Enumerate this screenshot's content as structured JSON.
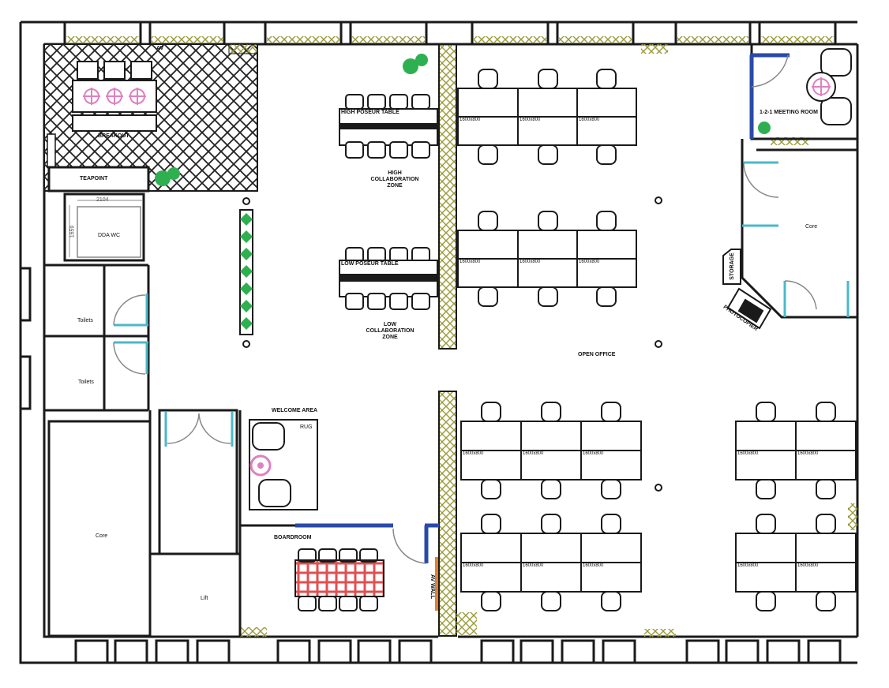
{
  "labels": {
    "breakout": "BREAKOUT",
    "teapoint": "TEAPOINT",
    "dda_wc": "DDA WC",
    "dda_dim_w": "2104",
    "dda_dim_h": "1659",
    "toilets_1": "Toilets",
    "toilets_2": "Toilets",
    "core_left": "Core",
    "core_right": "Core",
    "lift": "Lift",
    "welcome_area": "WELCOME AREA",
    "rug": "RUG",
    "boardroom": "BOARDROOM",
    "high_collab_1": "HIGH",
    "high_collab_2": "COLLABORATION",
    "high_collab_3": "ZONE",
    "low_collab_1": "LOW",
    "low_collab_2": "COLLABORATION",
    "low_collab_3": "ZONE",
    "open_office": "OPEN OFFICE",
    "meeting_room": "1-2-1 MEETING ROOM",
    "storage": "STORAGE",
    "photocopier": "PHOTOCOPIER",
    "av": "AV",
    "av_wall": "AV WALL",
    "high_table": "HIGH POSEUR TABLE",
    "low_table": "LOW POSEUR TABLE"
  },
  "desk_size": "1600x800",
  "colors": {
    "wall": "#1a1a1a",
    "hatch": "#9a9a3a",
    "door_cyan": "#4ab8c8",
    "door_blue": "#2a4aa8",
    "plant": "#2fb050",
    "pink": "#e080c0",
    "red": "#e05050",
    "orange": "#e08030"
  }
}
